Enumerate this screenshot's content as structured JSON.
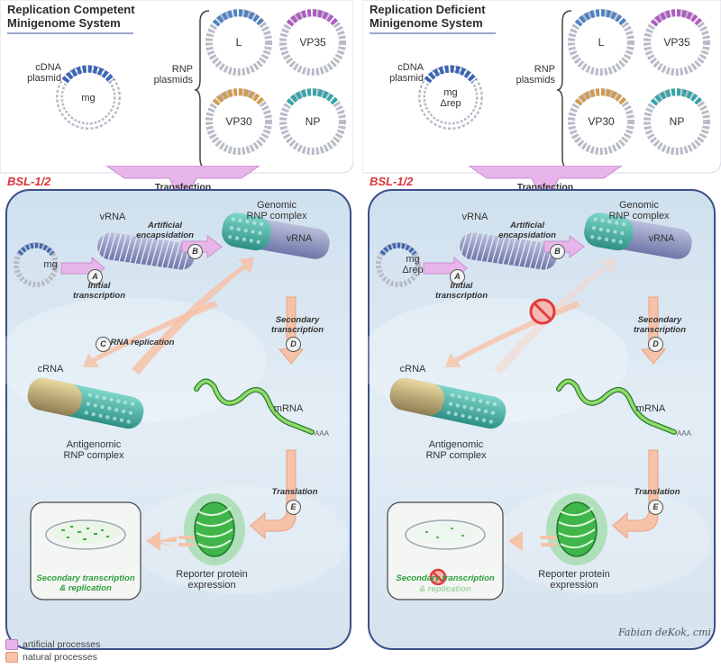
{
  "left": {
    "title_line1": "Replication Competent",
    "title_line2": "Minigenome System",
    "cdna_label": "cDNA\nplasmid",
    "mg_label": "mg",
    "rnp_label": "RNP\nplasmids",
    "plasmids": [
      "L",
      "VP35",
      "VP30",
      "NP"
    ],
    "bsl": "BSL-1/2",
    "transfection": "Transfection",
    "cell": {
      "mg": "mg",
      "vrna1": "vRNA",
      "artificial_encapsidation": "Artificial\nencapsidation",
      "genomic_rnp": "Genomic\nRNP complex",
      "vrna2": "vRNA",
      "initial_transcription": "Initial\ntranscription",
      "rna_replication": "RNA replication",
      "secondary_transcription": "Secondary\ntranscription",
      "crna": "cRNA",
      "mrna": "mRNA",
      "aaa": "AAA",
      "antigenomic_rnp": "Antigenomic\nRNP complex",
      "translation": "Translation",
      "reporter": "Reporter protein\nexpression",
      "dish_caption": "Secondary transcription\n& replication",
      "steps": [
        "A",
        "B",
        "C",
        "D",
        "E"
      ]
    }
  },
  "right": {
    "title_line1": "Replication Deficient",
    "title_line2": "Minigenome System",
    "cdna_label": "cDNA\nplasmid",
    "mg_label": "mg\nΔrep",
    "rnp_label": "RNP\nplasmids",
    "plasmids": [
      "L",
      "VP35",
      "VP30",
      "NP"
    ],
    "bsl": "BSL-1/2",
    "transfection": "Transfection",
    "cell": {
      "mg": "mg\nΔrep",
      "vrna1": "vRNA",
      "artificial_encapsidation": "Artificial\nencapsidation",
      "genomic_rnp": "Genomic\nRNP complex",
      "vrna2": "vRNA",
      "initial_transcription": "Initial\ntranscription",
      "secondary_transcription": "Secondary\ntranscription",
      "crna": "cRNA",
      "mrna": "mRNA",
      "aaa": "AAA",
      "antigenomic_rnp": "Antigenomic\nRNP complex",
      "translation": "Translation",
      "reporter": "Reporter protein\nexpression",
      "dish_caption_1": "Secondary transcription",
      "dish_caption_2": "& replication",
      "steps": [
        "A",
        "B",
        "D",
        "E"
      ]
    }
  },
  "legend": {
    "items": [
      {
        "label": "artificial processes",
        "color": "#d9a6e0"
      },
      {
        "label": "natural processes",
        "color": "#f4b89a"
      }
    ]
  },
  "signature": "Fabian deKok, cmi",
  "colors": {
    "cell_fill": "#dde8f2",
    "cell_border": "#3c4f8a",
    "artificial_arrow": "#e8b5ea",
    "natural_arrow": "#f6c2a8",
    "bsl": "#d9343a",
    "green": "#2e9e3a",
    "no_symbol": "#e23b3b"
  }
}
